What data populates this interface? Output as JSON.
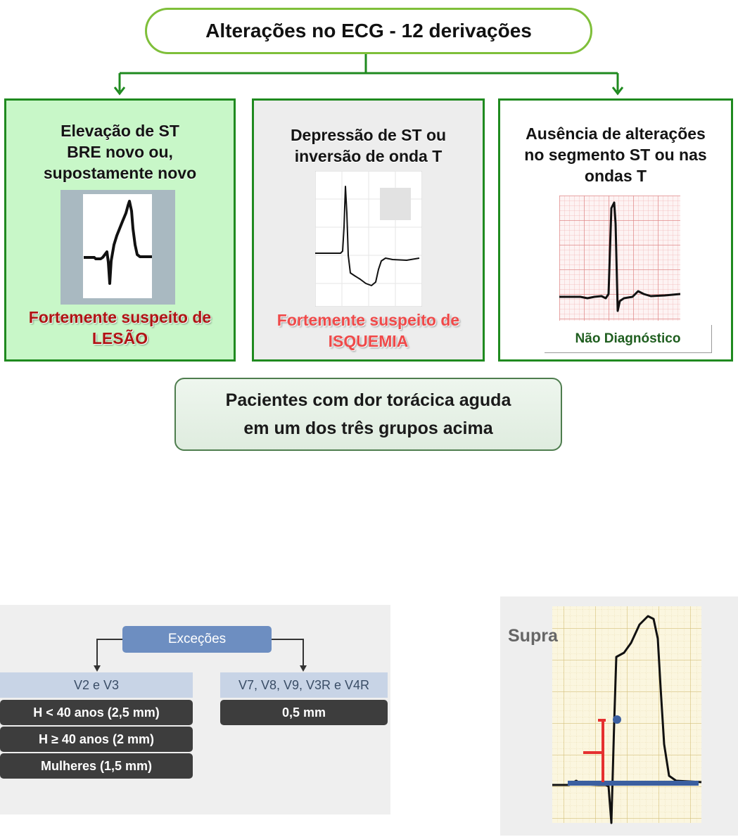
{
  "title": "Alterações no ECG - 12 derivações",
  "groups": [
    {
      "heading": [
        "Elevação de ST",
        "BRE novo ou,",
        "supostamente novo"
      ],
      "suspicion_prefix": "Fortemente suspeito de",
      "suspicion_term": "LESÃO",
      "color": "#b01414"
    },
    {
      "heading": [
        "Depressão de ST ou",
        "inversão de onda T"
      ],
      "suspicion_prefix": "Fortemente suspeito de",
      "suspicion_term": "ISQUEMIA",
      "color": "#ef4a4a"
    },
    {
      "heading": [
        "Ausência de alterações",
        "no segmento ST ou nas",
        "ondas T"
      ],
      "label": "Não Diagnóstico",
      "color": "#1f5e1f"
    }
  ],
  "summary": [
    "Pacientes com dor torácica aguda",
    "em um dos três grupos acima"
  ],
  "exceptions": {
    "title": "Exceções",
    "left": {
      "heading": "V2 e V3",
      "rows": [
        "H < 40 anos (2,5 mm)",
        "H ≥ 40 anos (2 mm)",
        "Mulheres (1,5 mm)"
      ]
    },
    "right": {
      "heading": "V7, V8, V9, V3R e V4R",
      "rows": [
        "0,5 mm"
      ]
    }
  },
  "supra_label": "Supra",
  "colors": {
    "green_border": "#1f8a1f",
    "light_green": "#c8f7c8",
    "title_border": "#7fbf3a",
    "exceptions_blue": "#6d8ec1",
    "baseline_blue": "#3b5fa0",
    "supra_red": "#e53030"
  }
}
